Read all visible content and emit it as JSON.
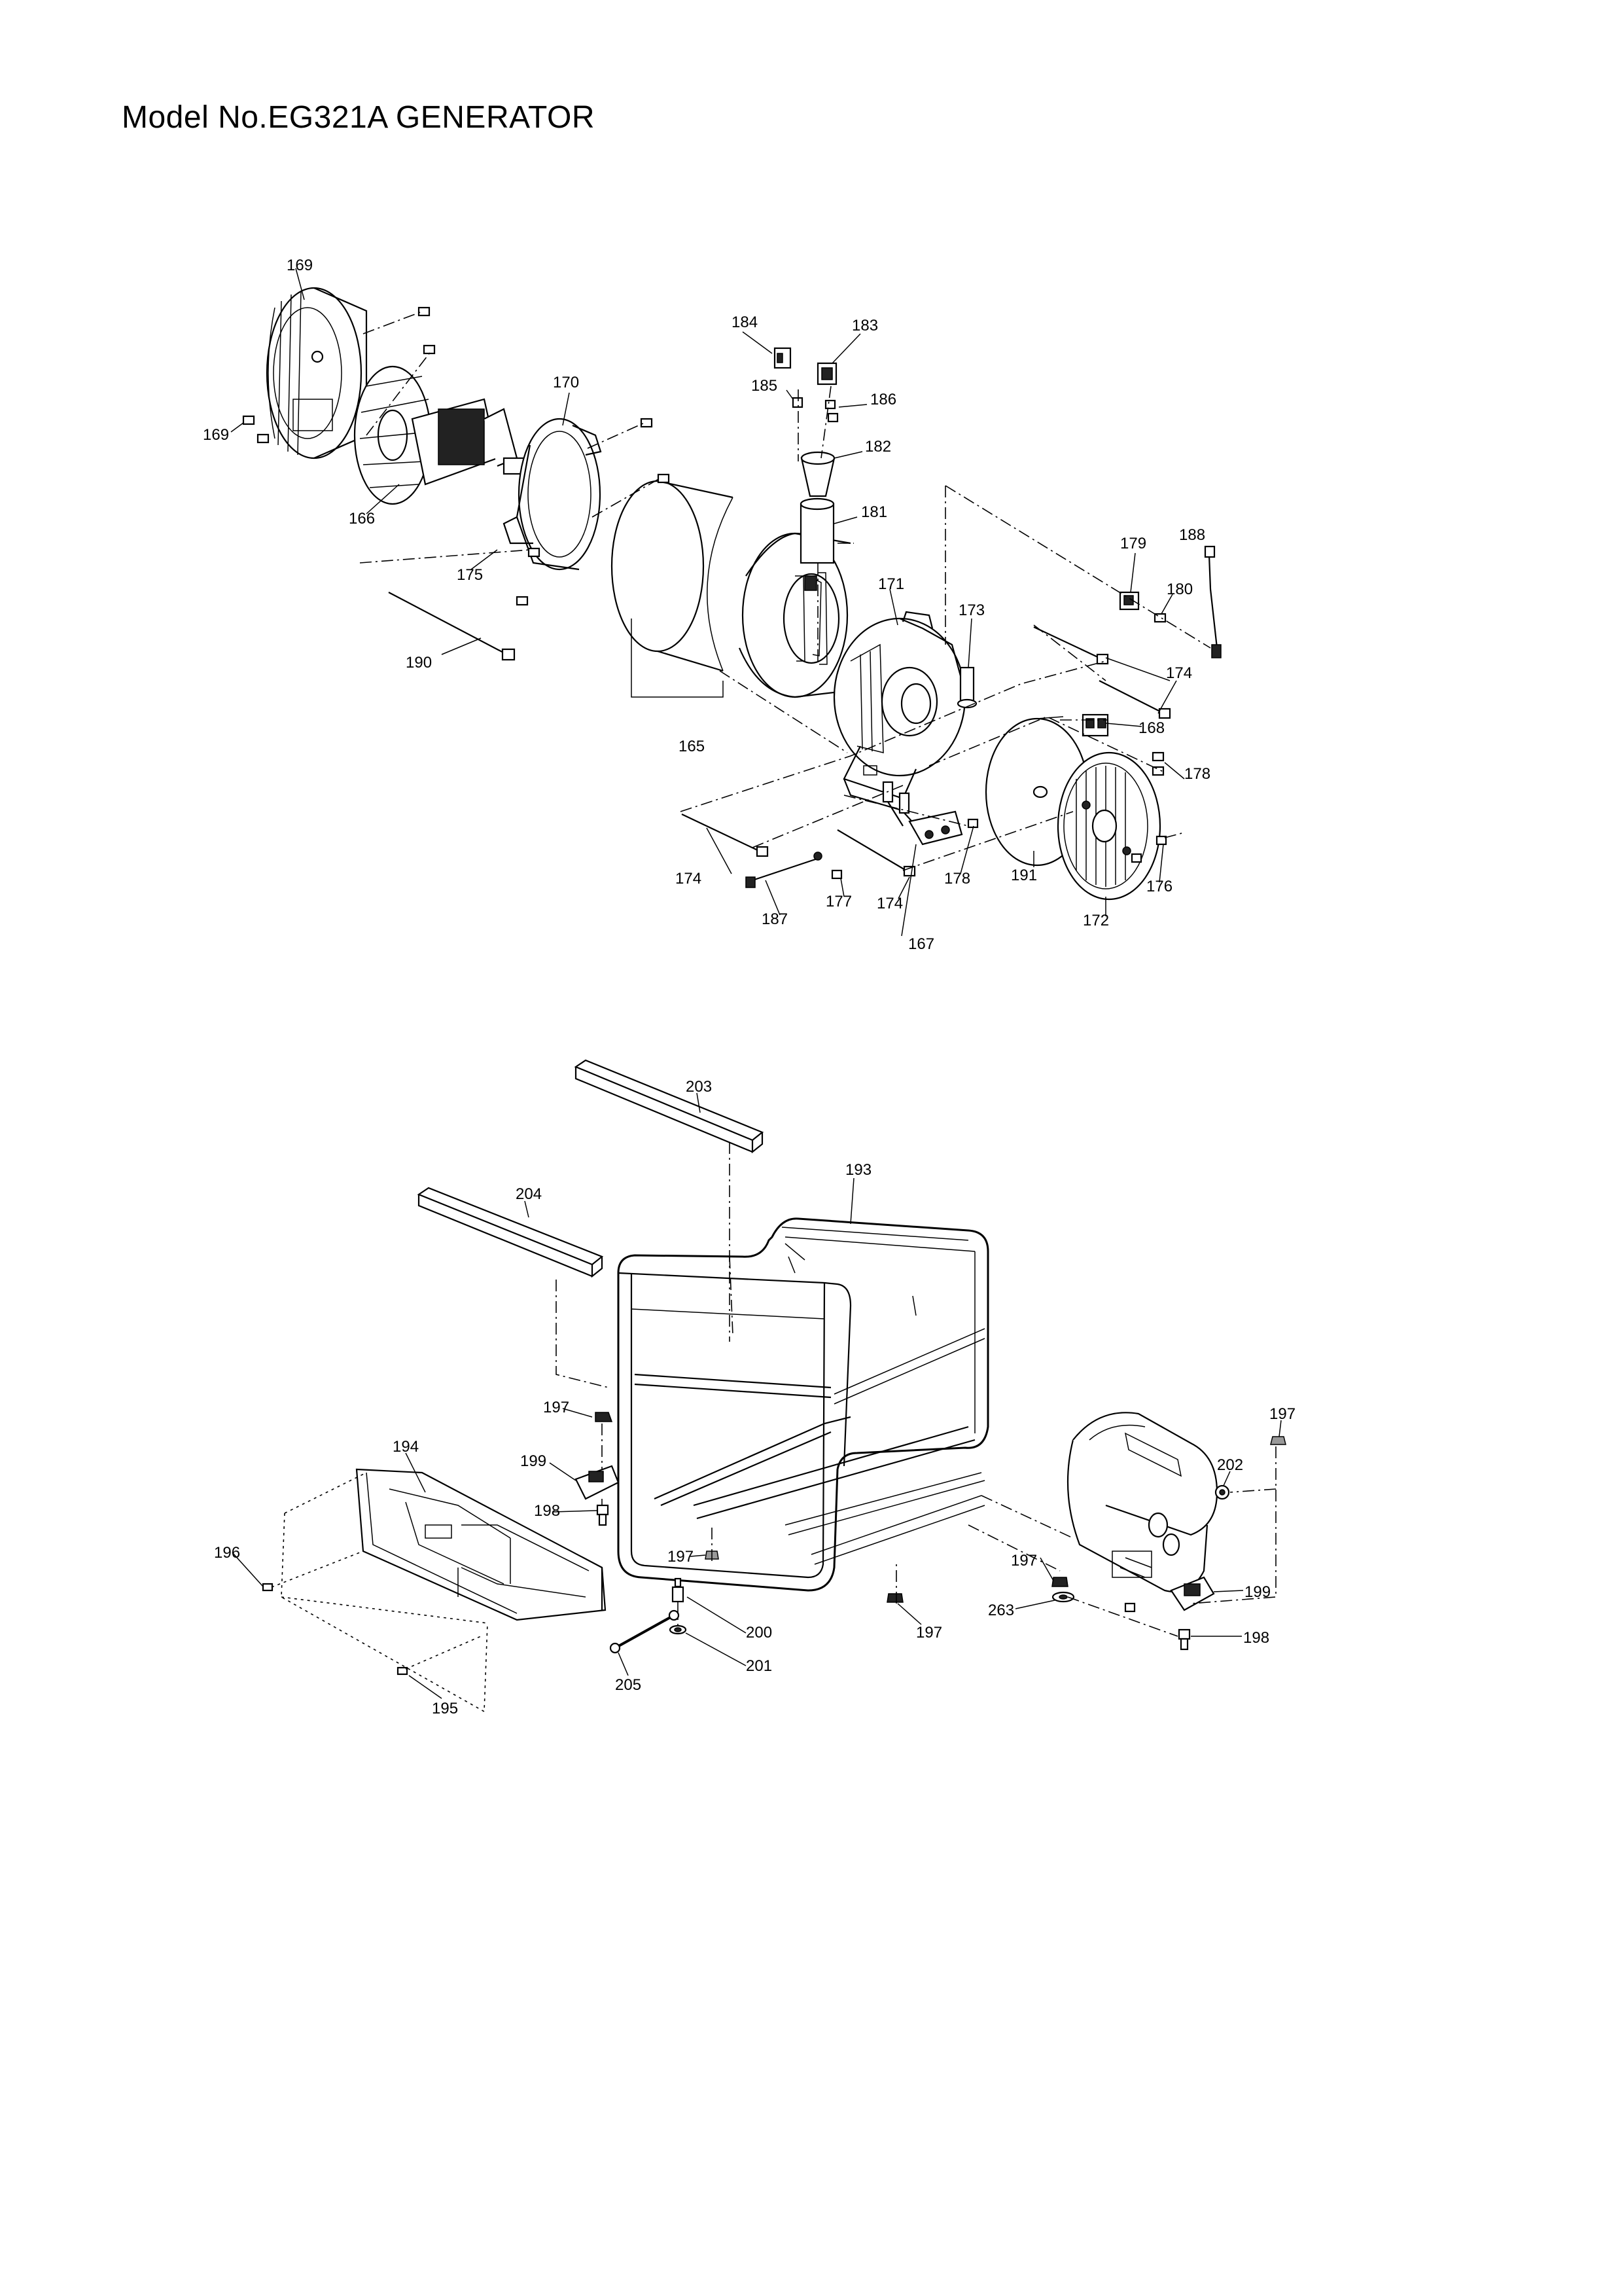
{
  "title": "Model No.EG321A GENERATOR",
  "callouts": {
    "c165": "165",
    "c166": "166",
    "c167": "167",
    "c168": "168",
    "c169a": "169",
    "c169b": "169",
    "c170": "170",
    "c171": "171",
    "c172": "172",
    "c173": "173",
    "c174a": "174",
    "c174b": "174",
    "c174c": "174",
    "c175": "175",
    "c176": "176",
    "c177": "177",
    "c178a": "178",
    "c178b": "178",
    "c179": "179",
    "c180": "180",
    "c181": "181",
    "c182": "182",
    "c183": "183",
    "c184": "184",
    "c185": "185",
    "c186": "186",
    "c187": "187",
    "c188": "188",
    "c190": "190",
    "c191": "191",
    "c193": "193",
    "c194": "194",
    "c195": "195",
    "c196": "196",
    "c197a": "197",
    "c197b": "197",
    "c197c": "197",
    "c197d": "197",
    "c197e": "197",
    "c198a": "198",
    "c198b": "198",
    "c199a": "199",
    "c199b": "199",
    "c200": "200",
    "c201": "201",
    "c202": "202",
    "c203": "203",
    "c204": "204",
    "c205": "205",
    "c263": "263"
  }
}
